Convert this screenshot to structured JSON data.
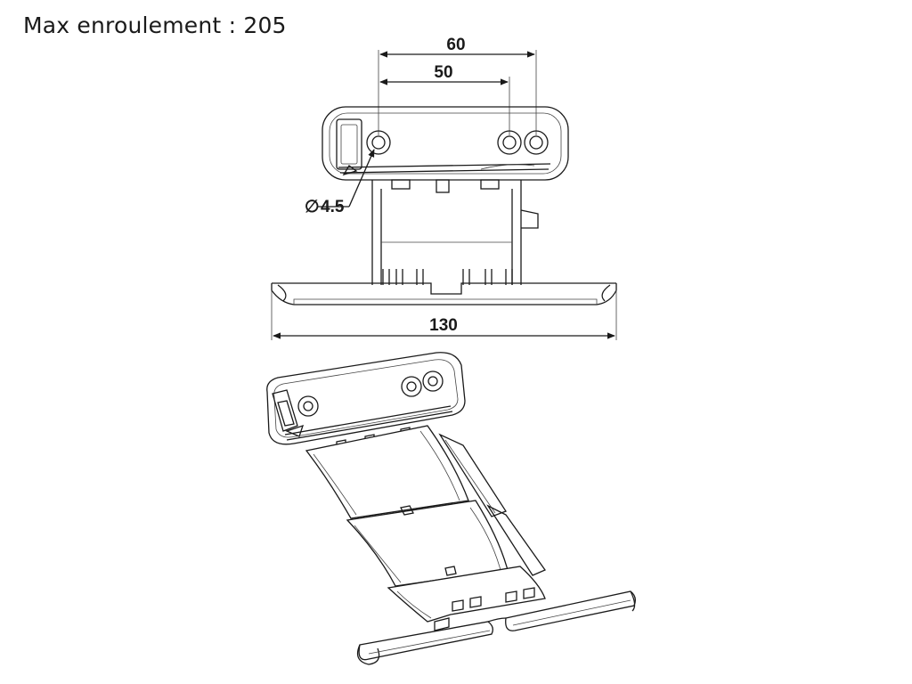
{
  "header": {
    "title": "Max enroulement : 205"
  },
  "dimensions": {
    "width_outer": "60",
    "width_inner": "50",
    "hole_diameter": "4.5",
    "total_length": "130"
  },
  "symbols": {
    "diameter": "∅"
  }
}
